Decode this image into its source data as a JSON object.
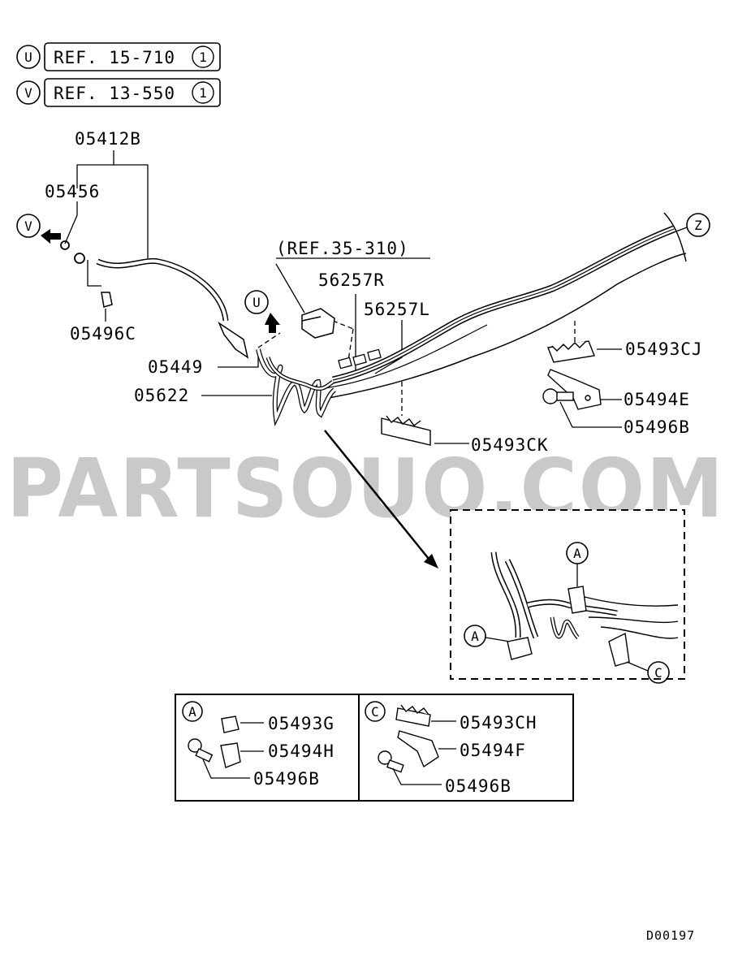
{
  "refs": [
    {
      "circle": "U",
      "text": "REF. 15-710",
      "num": "1"
    },
    {
      "circle": "V",
      "text": "REF. 13-550",
      "num": "1"
    }
  ],
  "ref_35": "(REF.35-310)",
  "parts": {
    "p05412B": "05412B",
    "p05456": "05456",
    "p05496C": "05496C",
    "p05449": "05449",
    "p05622": "05622",
    "p56257R": "56257R",
    "p56257L": "56257L",
    "p05493CJ": "05493CJ",
    "p05494E": "05494E",
    "p05496B": "05496B",
    "p05493CK": "05493CK"
  },
  "markers": {
    "V": "V",
    "U": "U",
    "Z": "Z",
    "A": "A",
    "C": "C"
  },
  "watermark": "PARTSOUQ.COM",
  "legend": {
    "A": {
      "circle": "A",
      "items": [
        "05493G",
        "05494H",
        "05496B"
      ]
    },
    "C": {
      "circle": "C",
      "items": [
        "05493CH",
        "05494F",
        "05496B"
      ]
    }
  },
  "diagram_code": "D00197"
}
